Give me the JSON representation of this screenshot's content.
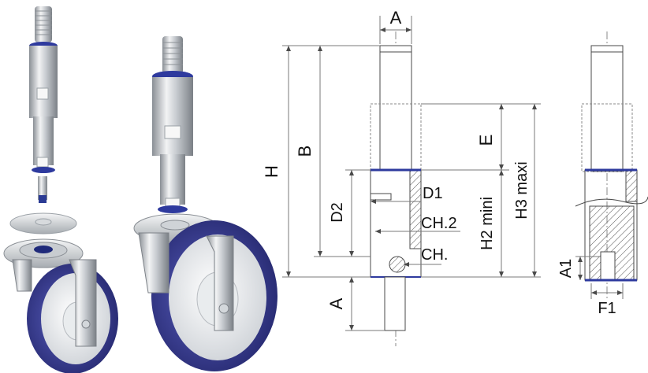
{
  "colors": {
    "steel_light": "#e6e8ea",
    "steel_mid": "#b9bdc2",
    "steel_dark": "#7d8288",
    "wheel_blue": "#3b3f9c",
    "wheel_blue_dark": "#25286e",
    "seal_blue": "#2e3a9e",
    "drawing_line": "#4a4a4a",
    "dim_line": "#7a7a7a"
  },
  "illustrations": [
    {
      "name": "caster-exploded-view",
      "icon": "swivel-caster-exploded"
    },
    {
      "name": "caster-assembled-view",
      "icon": "swivel-caster-assembled"
    }
  ],
  "drawing_labels": {
    "A_top": "A",
    "H": "H",
    "B": "B",
    "E": "E",
    "D2": "D2",
    "D1": "D1",
    "CH2": "CH.2",
    "CH": "CH.",
    "H2": "H2 mini",
    "H3": "H3 maxi",
    "A_bottom": "A",
    "A1": "A1",
    "F1": "F1"
  }
}
